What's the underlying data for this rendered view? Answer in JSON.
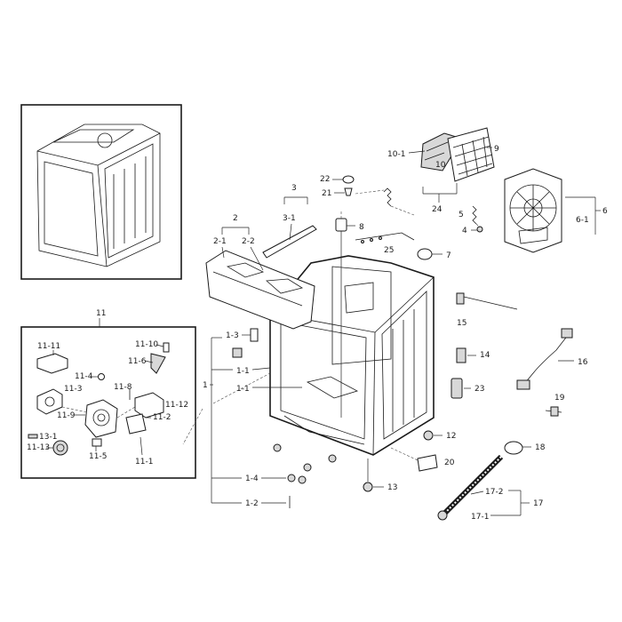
{
  "labels": {
    "l1": "1",
    "l1_1": "1-1",
    "l1_1b": "1-1",
    "l1_2": "1-2",
    "l1_3": "1-3",
    "l1_4": "1-4",
    "l2": "2",
    "l2_1": "2-1",
    "l2_2": "2-2",
    "l3": "3",
    "l3_1": "3-1",
    "l4": "4",
    "l5": "5",
    "l6": "6",
    "l6_1": "6-1",
    "l7": "7",
    "l8": "8",
    "l9": "9",
    "l10": "10",
    "l10_1": "10-1",
    "l11": "11",
    "l11_1": "11-1",
    "l11_2": "11-2",
    "l11_3": "11-3",
    "l11_4": "11-4",
    "l11_5": "11-5",
    "l11_6": "11-6",
    "l11_8": "11-8",
    "l11_9": "11-9",
    "l11_10": "11-10",
    "l11_11": "11-11",
    "l11_12": "11-12",
    "l11_13": "11-13",
    "l13_1": "13-1",
    "l12": "12",
    "l13": "13",
    "l14": "14",
    "l15": "15",
    "l16": "16",
    "l17": "17",
    "l17_1": "17-1",
    "l17_2": "17-2",
    "l18": "18",
    "l19": "19",
    "l20": "20",
    "l21": "21",
    "l22": "22",
    "l23": "23",
    "l24": "24",
    "l25": "25"
  }
}
